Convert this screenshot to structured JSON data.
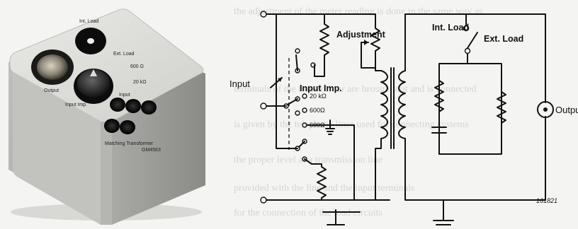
{
  "device": {
    "labels": {
      "top": "Int. Load",
      "output": "Output",
      "ext_load": "Ext. Load",
      "ohm1": "600 Ω",
      "ohm2": "20 kΩ",
      "input": "Input",
      "input_imp": "Input Imp.",
      "brand": "Matching Transformer",
      "code": "GM4563"
    }
  },
  "circuit": {
    "labels": {
      "input": "Input",
      "input_imp": "Input Imp.",
      "z1": "20 kΩ",
      "z2": "600Ω",
      "z3": "600Ω",
      "adjustment": "Adjustment",
      "int_load": "Int. Load",
      "ext_load": "Ext. Load",
      "output": "Output",
      "figure_code": "161821"
    }
  },
  "colors": {
    "ink": "#111111",
    "paper": "#f4f4f2"
  }
}
